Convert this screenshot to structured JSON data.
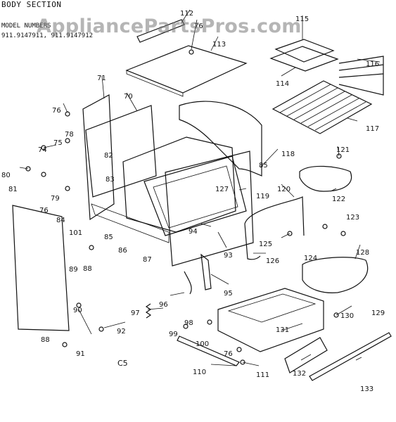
{
  "header": {
    "title": "BODY SECTION",
    "model_label": "MODEL NUMBERS",
    "model_numbers": "911.9147911, 911.9147912"
  },
  "watermark": "AppliancePartsPros.com",
  "diagram_code": "C5",
  "part_labels": [
    "112",
    "76",
    "113",
    "115",
    "116",
    "114",
    "117",
    "71",
    "70",
    "76",
    "78",
    "75",
    "74",
    "82",
    "83",
    "80",
    "79",
    "81",
    "76",
    "84",
    "101",
    "85",
    "86",
    "87",
    "89",
    "88",
    "118",
    "121",
    "122",
    "85",
    "119",
    "120",
    "127",
    "94",
    "93",
    "123",
    "125",
    "124",
    "126",
    "128",
    "95",
    "96",
    "97",
    "90",
    "92",
    "88",
    "91",
    "98",
    "99",
    "100",
    "131",
    "130",
    "129",
    "76",
    "111",
    "110",
    "132",
    "133"
  ]
}
